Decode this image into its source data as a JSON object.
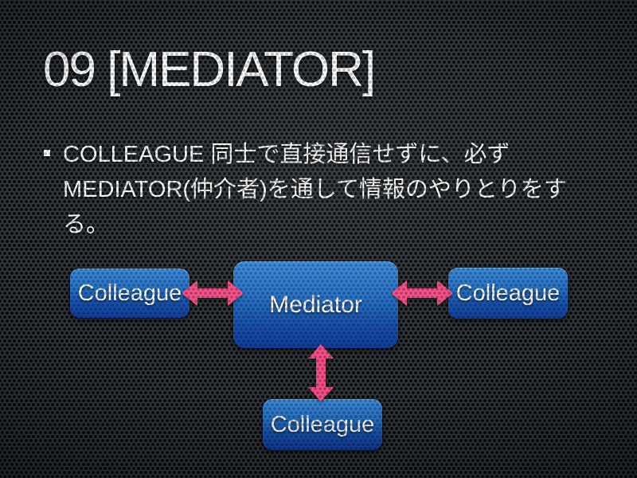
{
  "slide": {
    "title": "09 [MEDIATOR]",
    "bullet": {
      "marker_glyph": "▪",
      "lines": [
        "COLLEAGUE 同士で直接通信せずに、必ず",
        "MEDIATOR(仲介者)を通して情報のやりとりをす",
        "る。"
      ]
    },
    "diagram": {
      "nodes": [
        {
          "id": "colleague-left",
          "label": "Colleague"
        },
        {
          "id": "mediator",
          "label": "Mediator"
        },
        {
          "id": "colleague-right",
          "label": "Colleague"
        },
        {
          "id": "colleague-bottom",
          "label": "Colleague"
        }
      ],
      "edges": [
        {
          "from": "colleague-left",
          "to": "mediator",
          "style": "double-headed-arrow"
        },
        {
          "from": "colleague-right",
          "to": "mediator",
          "style": "double-headed-arrow"
        },
        {
          "from": "colleague-bottom",
          "to": "mediator",
          "style": "double-headed-arrow"
        }
      ]
    },
    "colors": {
      "background": "#31363b",
      "box_top": "#3a8cdc",
      "box_bottom": "#103f9e",
      "arrow": "#f94f88",
      "text": "#ffffff"
    }
  }
}
